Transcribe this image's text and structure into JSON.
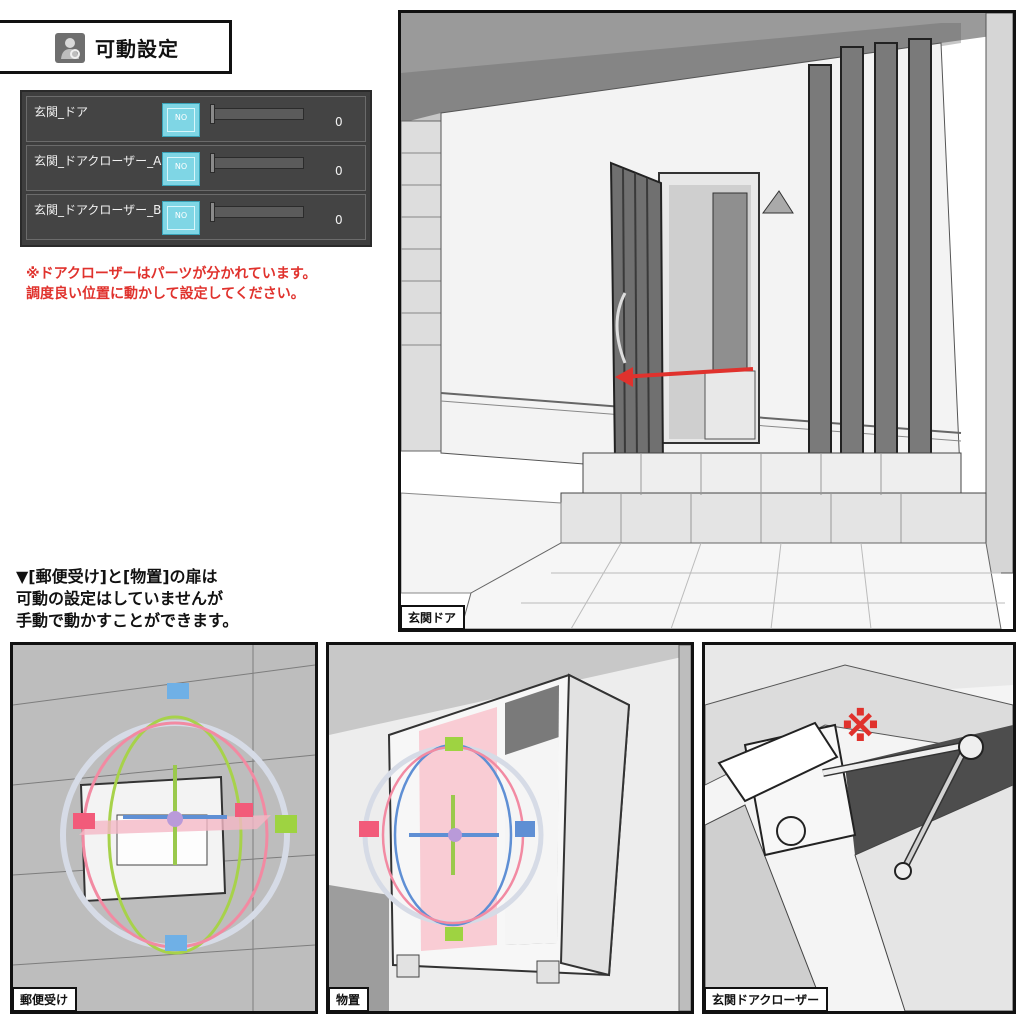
{
  "header": {
    "title": "可動設定",
    "icon": "people-gear-icon"
  },
  "parameters": {
    "items": [
      {
        "label": "玄関_ドア",
        "thumb": "NO",
        "value": "0"
      },
      {
        "label": "玄関_ドアクローザー_A",
        "thumb": "NO",
        "value": "0"
      },
      {
        "label": "玄関_ドアクローザー_B",
        "thumb": "NO",
        "value": "0"
      }
    ]
  },
  "notes": {
    "red_line1": "※ドアクローザーはパーツが分かれています。",
    "red_line2": "調度良い位置に動かして設定してください。",
    "black_line1": "▼[郵便受け]と[物置]の扉は",
    "black_line2": "可動の設定はしていませんが",
    "black_line3": "手動で動かすことができます。"
  },
  "panels": {
    "main_caption": "玄関ドア",
    "mailbox_caption": "郵便受け",
    "storage_caption": "物置",
    "closer_caption": "玄関ドアクローザー",
    "closer_mark": "※"
  },
  "colors": {
    "accent_red": "#e0322d",
    "thumb_cyan": "#7fd6e5",
    "panel_bg": "#3e3e3e"
  }
}
